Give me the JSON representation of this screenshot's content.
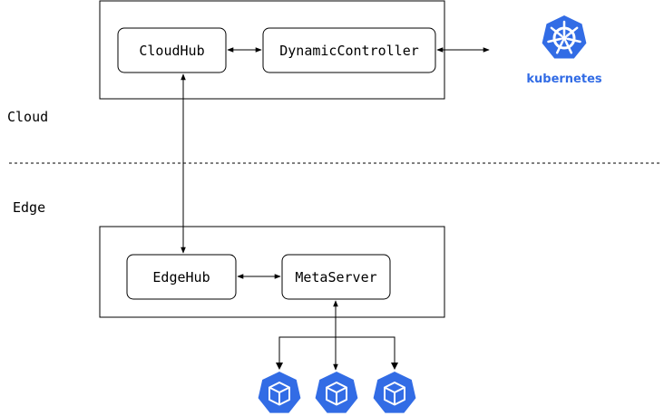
{
  "zones": {
    "cloud_label": "Cloud",
    "edge_label": "Edge"
  },
  "components": {
    "cloudhub": "CloudHub",
    "dynamic_controller": "DynamicController",
    "edgehub": "EdgeHub",
    "metaserver": "MetaServer"
  },
  "kubernetes": {
    "logo_text": "kubernetes",
    "icon": "kubernetes-helm-icon"
  },
  "pods": {
    "icon": "kubernetes-pod-icon",
    "count": 3
  },
  "colors": {
    "k8s_blue": "#326ce5",
    "stroke": "#000000",
    "background": "#ffffff"
  }
}
